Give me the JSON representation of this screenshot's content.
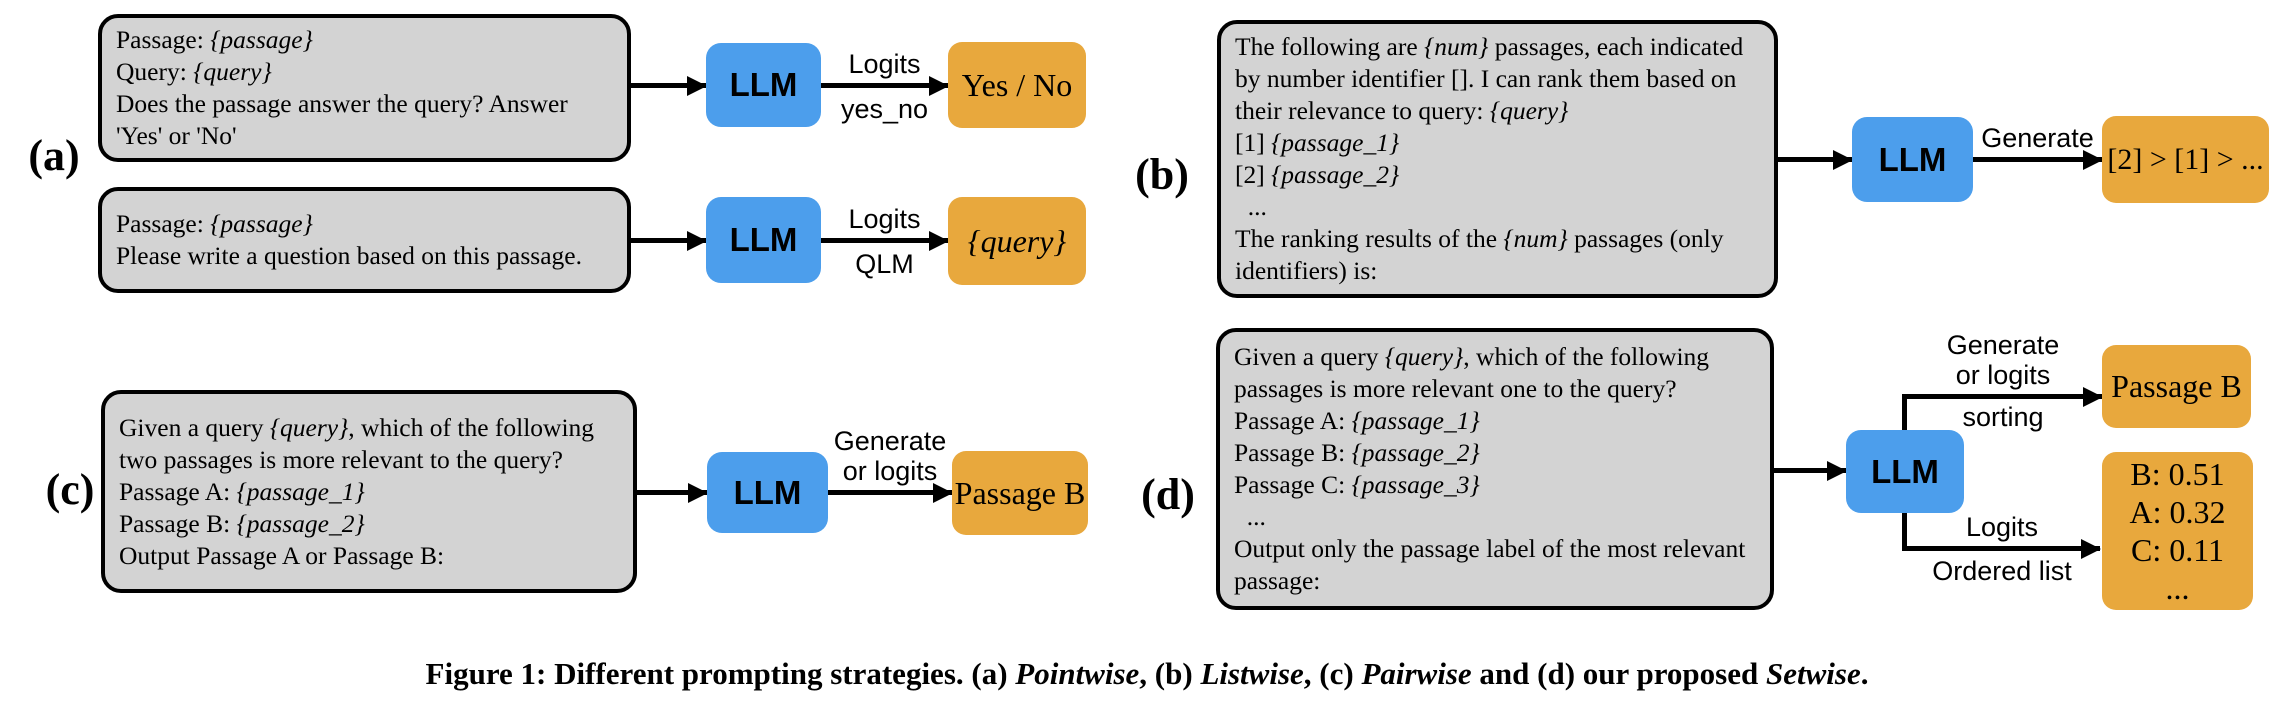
{
  "colors": {
    "llm_blue": "#4c9eec",
    "output_orange": "#e8a83d",
    "prompt_gray": "#d3d3d3",
    "line_black": "#000000"
  },
  "panel_a": {
    "label": "(a)",
    "row1": {
      "prompt_lines": [
        [
          {
            "t": "Passage: "
          },
          {
            "t": "{passage}",
            "i": true
          }
        ],
        [
          {
            "t": "Query: "
          },
          {
            "t": "{query}",
            "i": true
          }
        ],
        [
          {
            "t": "Does the passage answer the query? Answer 'Yes' or 'No'"
          }
        ]
      ],
      "llm_label": "LLM",
      "arrow_label_top": "Logits",
      "arrow_label_bottom": "yes_no",
      "output_label": "Yes / No"
    },
    "row2": {
      "prompt_lines": [
        [
          {
            "t": "Passage: "
          },
          {
            "t": "{passage}",
            "i": true
          }
        ],
        [
          {
            "t": "Please write a question based on this passage."
          }
        ]
      ],
      "llm_label": "LLM",
      "arrow_label_top": "Logits",
      "arrow_label_bottom": "QLM",
      "output_label": "{query}"
    }
  },
  "panel_b": {
    "label": "(b)",
    "prompt_lines": [
      [
        {
          "t": "The following are "
        },
        {
          "t": "{num}",
          "i": true
        },
        {
          "t": " passages, each indicated by number identifier []. I can rank them based on their relevance to query: "
        },
        {
          "t": "{query}",
          "i": true
        }
      ],
      [
        {
          "t": "[1] "
        },
        {
          "t": "{passage_1}",
          "i": true
        }
      ],
      [
        {
          "t": "[2] "
        },
        {
          "t": "{passage_2}",
          "i": true
        }
      ],
      [
        {
          "t": "  ..."
        }
      ],
      [
        {
          "t": "The ranking results of the "
        },
        {
          "t": "{num}",
          "i": true
        },
        {
          "t": " passages (only identifiers) is:"
        }
      ]
    ],
    "llm_label": "LLM",
    "arrow_label_top": "Generate",
    "output_label": "[2] > [1] > ..."
  },
  "panel_c": {
    "label": "(c)",
    "prompt_lines": [
      [
        {
          "t": "Given a query "
        },
        {
          "t": "{query}",
          "i": true
        },
        {
          "t": ", which of the following two passages is more relevant to the query?"
        }
      ],
      [
        {
          "t": "Passage A: "
        },
        {
          "t": "{passage_1}",
          "i": true
        }
      ],
      [
        {
          "t": "Passage B: "
        },
        {
          "t": "{passage_2}",
          "i": true
        }
      ],
      [
        {
          "t": "Output Passage A or Passage B:"
        }
      ]
    ],
    "llm_label": "LLM",
    "arrow_label_top": "Generate\nor logits",
    "output_label": "Passage B"
  },
  "panel_d": {
    "label": "(d)",
    "prompt_lines": [
      [
        {
          "t": "Given a query "
        },
        {
          "t": "{query}",
          "i": true
        },
        {
          "t": ", which of the following passages is more relevant one to the query?"
        }
      ],
      [
        {
          "t": "Passage A: "
        },
        {
          "t": "{passage_1}",
          "i": true
        }
      ],
      [
        {
          "t": "Passage B: "
        },
        {
          "t": "{passage_2}",
          "i": true
        }
      ],
      [
        {
          "t": "Passage C: "
        },
        {
          "t": "{passage_3}",
          "i": true
        }
      ],
      [
        {
          "t": "  ..."
        }
      ],
      [
        {
          "t": "Output only the passage label of the most relevant passage:"
        }
      ]
    ],
    "llm_label": "LLM",
    "branch_top": {
      "arrow_label_top": "Generate\nor logits",
      "arrow_label_bottom": "sorting",
      "output_label": "Passage B"
    },
    "branch_bottom": {
      "arrow_label_top": "Logits",
      "arrow_label_bottom": "Ordered list",
      "output_lines": [
        "B: 0.51",
        "A: 0.32",
        "C: 0.11",
        "..."
      ]
    }
  },
  "caption": {
    "lines": [
      [
        {
          "t": "Figure 1: Different prompting strategies. (a) "
        },
        {
          "t": "Pointwise",
          "i": true
        },
        {
          "t": ", (b) "
        },
        {
          "t": "Listwise",
          "i": true
        },
        {
          "t": ", (c) "
        },
        {
          "t": "Pairwise",
          "i": true
        },
        {
          "t": " and (d) our proposed "
        },
        {
          "t": "Setwise",
          "i": true
        },
        {
          "t": "."
        }
      ]
    ]
  }
}
